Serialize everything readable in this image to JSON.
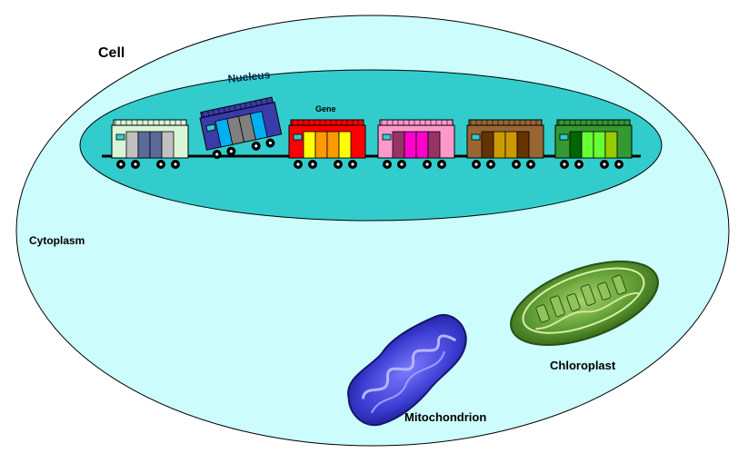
{
  "labels": {
    "cell": "Cell",
    "nucleus": "Nucleus",
    "gene": "Gene",
    "cytoplasm": "Cytoplasm",
    "mitochondrion": "Mitochondrion",
    "chloroplast": "Chloroplast"
  },
  "colors": {
    "cytoplasm_fill": "#ccfcfc",
    "nucleus_fill": "#33cccc",
    "outline": "#000000"
  },
  "train_cars": [
    {
      "name": "car-1",
      "body": "#d8f5d8",
      "stripes": [
        "#c0c0c0",
        "#5c6a9a",
        "#5c6a9a",
        "#c0c0c0"
      ]
    },
    {
      "name": "car-2-tilted",
      "body": "#3a3aaa",
      "stripes": [
        "#00b0f0",
        "#808080",
        "#808080",
        "#00b0f0"
      ]
    },
    {
      "name": "car-3-gene",
      "body": "#ff0000",
      "stripes": [
        "#ffff00",
        "#ff9900",
        "#ff9900",
        "#ffff00"
      ]
    },
    {
      "name": "car-4",
      "body": "#ff99cc",
      "stripes": [
        "#993366",
        "#ff00cc",
        "#ff00cc",
        "#993366"
      ]
    },
    {
      "name": "car-5",
      "body": "#996633",
      "stripes": [
        "#663300",
        "#cc9900",
        "#cc9900",
        "#663300"
      ]
    },
    {
      "name": "car-6",
      "body": "#339933",
      "stripes": [
        "#006600",
        "#66ff33",
        "#66ff33",
        "#99cc00"
      ]
    }
  ]
}
